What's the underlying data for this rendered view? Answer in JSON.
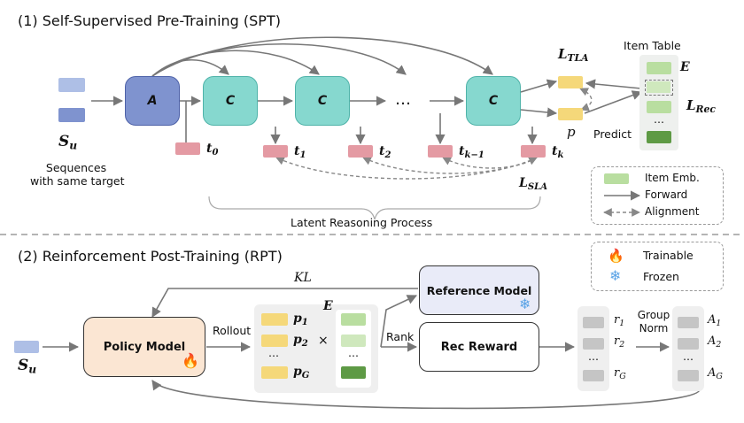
{
  "sections": {
    "spt_title": "(1) Self-Supervised Pre-Training (SPT)",
    "rpt_title": "(2) Reinforcement Post-Training (RPT)"
  },
  "spt": {
    "input_label": "S",
    "input_sub": "u",
    "input_caption_line1": "Sequences",
    "input_caption_line2": "with same target",
    "block_a": "A",
    "block_c": "C",
    "ellipsis": "…",
    "tokens": [
      {
        "base": "t",
        "sub": "0"
      },
      {
        "base": "t",
        "sub": "1"
      },
      {
        "base": "t",
        "sub": "2"
      },
      {
        "base": "t",
        "sub": "k−1"
      },
      {
        "base": "t",
        "sub": "k"
      }
    ],
    "loss_tla": {
      "base": "L",
      "sub": "TLA"
    },
    "loss_sla": {
      "base": "L",
      "sub": "SLA"
    },
    "loss_rec": {
      "base": "L",
      "sub": "Rec"
    },
    "p_label": "p",
    "predict_label": "Predict",
    "item_table_label": "Item Table",
    "item_table_matrix": "E",
    "latent_label": "Latent Reasoning Process",
    "legend": {
      "item_emb": "Item Emb.",
      "forward": "Forward",
      "alignment": "Alignment"
    }
  },
  "rpt": {
    "input_label": "S",
    "input_sub": "u",
    "policy_model": "Policy Model",
    "reference_model": "Reference Model",
    "rec_reward": "Rec Reward",
    "kl_label": "KL",
    "rollout_label": "Rollout",
    "rank_label": "Rank",
    "p_items": [
      {
        "base": "p",
        "sub": "1"
      },
      {
        "base": "p",
        "sub": "2"
      },
      {
        "base": "p",
        "sub": "G"
      }
    ],
    "times": "×",
    "matrix_label": "E",
    "dots": "…",
    "rewards": [
      {
        "base": "r",
        "sub": "1"
      },
      {
        "base": "r",
        "sub": "2"
      },
      {
        "base": "r",
        "sub": "G"
      }
    ],
    "group_norm_line1": "Group",
    "group_norm_line2": "Norm",
    "advantages": [
      {
        "base": "A",
        "sub": "1"
      },
      {
        "base": "A",
        "sub": "2"
      },
      {
        "base": "A",
        "sub": "G"
      }
    ],
    "legend": {
      "trainable": "Trainable",
      "frozen": "Frozen",
      "trainable_icon": "🔥",
      "frozen_icon": "❄"
    }
  },
  "colors": {
    "block_a": "#7f93cf",
    "block_c": "#86d8cf",
    "token": "#e49aa3",
    "item_light": "#b9dea0",
    "item_mid": "#cfe8bd",
    "item_dark": "#5e9a45",
    "yellow": "#f5d87a",
    "input_blue": "#aebfe6",
    "policy_fill": "#fbe6d3",
    "reference_fill": "#e9ebf8",
    "gray_cell": "#c5c5c5",
    "arrow": "#777777"
  }
}
